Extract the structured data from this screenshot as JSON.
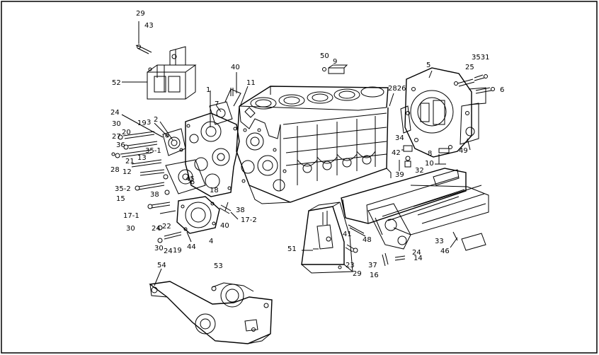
{
  "diagram": {
    "callouts": [
      {
        "id": "c1",
        "text": "29"
      },
      {
        "id": "c2",
        "text": "43"
      },
      {
        "id": "c3",
        "text": "52"
      },
      {
        "id": "c4",
        "text": "50"
      },
      {
        "id": "c5",
        "text": "9"
      },
      {
        "id": "c6",
        "text": "40"
      },
      {
        "id": "c7",
        "text": "11"
      },
      {
        "id": "c8",
        "text": "1"
      },
      {
        "id": "c9",
        "text": "7"
      },
      {
        "id": "c10",
        "text": "24"
      },
      {
        "id": "c11",
        "text": "19"
      },
      {
        "id": "c12",
        "text": "3"
      },
      {
        "id": "c13",
        "text": "2"
      },
      {
        "id": "c14",
        "text": "30"
      },
      {
        "id": "c15",
        "text": "27"
      },
      {
        "id": "c16",
        "text": "20"
      },
      {
        "id": "c17",
        "text": "36"
      },
      {
        "id": "c18",
        "text": "35-1"
      },
      {
        "id": "c19",
        "text": "21"
      },
      {
        "id": "c20",
        "text": "13"
      },
      {
        "id": "c21",
        "text": "28"
      },
      {
        "id": "c22",
        "text": "12"
      },
      {
        "id": "c23",
        "text": "35-2"
      },
      {
        "id": "c24",
        "text": "15"
      },
      {
        "id": "c25",
        "text": "45"
      },
      {
        "id": "c26",
        "text": "38"
      },
      {
        "id": "c27",
        "text": "18"
      },
      {
        "id": "c28",
        "text": "17-1"
      },
      {
        "id": "c29",
        "text": "38"
      },
      {
        "id": "c30",
        "text": "17-2"
      },
      {
        "id": "c31",
        "text": "30"
      },
      {
        "id": "c32",
        "text": "24"
      },
      {
        "id": "c33",
        "text": "22"
      },
      {
        "id": "c34",
        "text": "40"
      },
      {
        "id": "c35",
        "text": "30"
      },
      {
        "id": "c36",
        "text": "24"
      },
      {
        "id": "c37",
        "text": "19"
      },
      {
        "id": "c38",
        "text": "44"
      },
      {
        "id": "c39",
        "text": "4"
      },
      {
        "id": "c40",
        "text": "53"
      },
      {
        "id": "c41",
        "text": "54"
      },
      {
        "id": "c42",
        "text": "5"
      },
      {
        "id": "c43",
        "text": "3531"
      },
      {
        "id": "c44",
        "text": "25"
      },
      {
        "id": "c45",
        "text": "6"
      },
      {
        "id": "c46",
        "text": "2826"
      },
      {
        "id": "c47",
        "text": "34"
      },
      {
        "id": "c48",
        "text": "42"
      },
      {
        "id": "c49",
        "text": "8"
      },
      {
        "id": "c50",
        "text": "49"
      },
      {
        "id": "c51",
        "text": "10"
      },
      {
        "id": "c52",
        "text": "39"
      },
      {
        "id": "c53",
        "text": "32"
      },
      {
        "id": "c54",
        "text": "41"
      },
      {
        "id": "c55",
        "text": "48"
      },
      {
        "id": "c56",
        "text": "51"
      },
      {
        "id": "c57",
        "text": "23"
      },
      {
        "id": "c58",
        "text": "29"
      },
      {
        "id": "c59",
        "text": "37"
      },
      {
        "id": "c60",
        "text": "16"
      },
      {
        "id": "c61",
        "text": "24"
      },
      {
        "id": "c62",
        "text": "14"
      },
      {
        "id": "c63",
        "text": "33"
      },
      {
        "id": "c64",
        "text": "46"
      }
    ]
  }
}
